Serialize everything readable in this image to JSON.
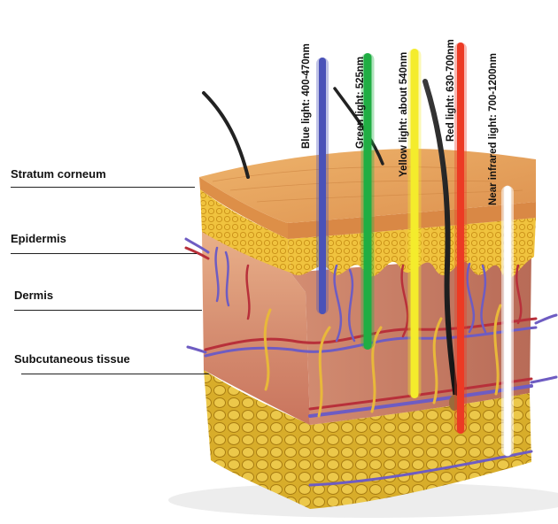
{
  "layers": [
    {
      "id": "stratum-corneum",
      "label": "Stratum corneum"
    },
    {
      "id": "epidermis",
      "label": "Epidermis"
    },
    {
      "id": "dermis",
      "label": "Dermis"
    },
    {
      "id": "subcutaneous",
      "label": "Subcutaneous tissue"
    }
  ],
  "light_beams": [
    {
      "id": "blue",
      "label": "Blue light: 400-470nm",
      "color": "#4a52b8",
      "text_color": "#111111"
    },
    {
      "id": "green",
      "label": "Green light: 525nm",
      "color": "#1fae43",
      "text_color": "#111111"
    },
    {
      "id": "yellow",
      "label": "Yellow light: about 540nm",
      "color": "#f4ec2c",
      "text_color": "#111111"
    },
    {
      "id": "red",
      "label": "Red light: 630-700nm",
      "color": "#ec3a24",
      "text_color": "#111111"
    },
    {
      "id": "nir",
      "label": "Near infrared light: 700-1200nm",
      "color": "#ffffff",
      "text_color": "#111111"
    }
  ],
  "colors": {
    "stratum_corneum": "#e8a25c",
    "epidermis": "#f1c642",
    "dermis": "#dc987c",
    "subcutaneous_fat": "#d8b02a"
  }
}
